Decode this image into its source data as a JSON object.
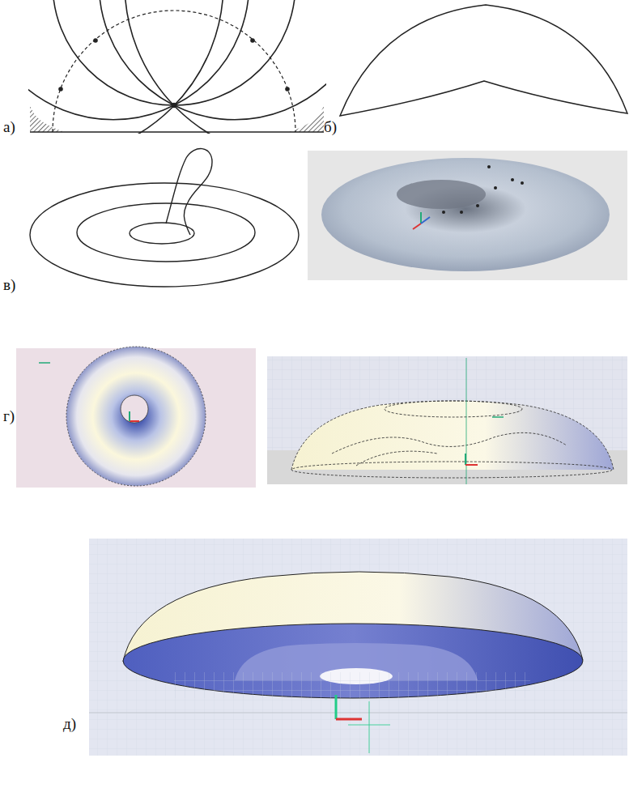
{
  "diagram": {
    "labels": [
      "а)",
      "б)",
      "в)",
      "г)",
      "д)"
    ]
  }
}
